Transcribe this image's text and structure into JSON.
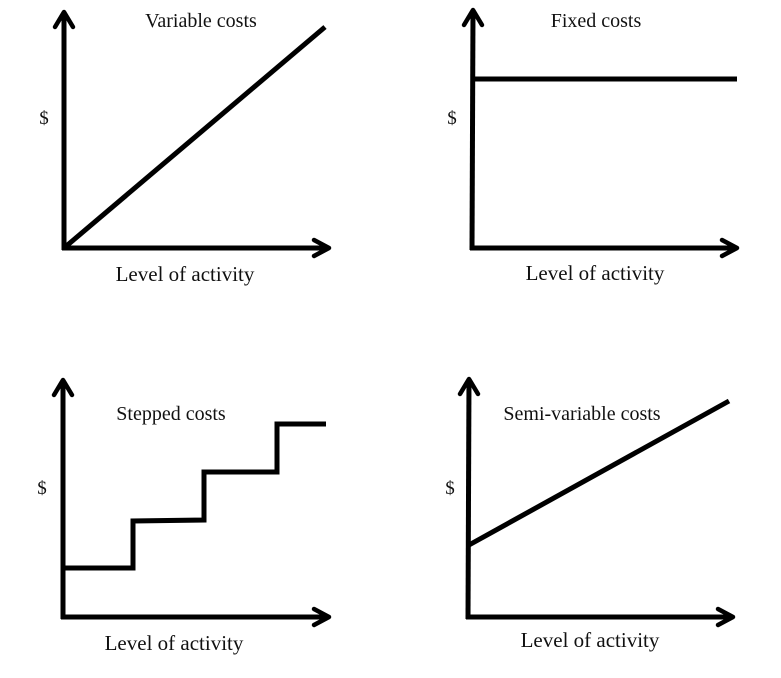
{
  "colors": {
    "line": "#000000",
    "text": "#111111",
    "background": "#ffffff"
  },
  "panels": [
    {
      "id": "variable",
      "title": "Variable costs",
      "xlabel": "Level of activity",
      "ylabel": "$"
    },
    {
      "id": "fixed",
      "title": "Fixed costs",
      "xlabel": "Level of activity",
      "ylabel": "$"
    },
    {
      "id": "stepped",
      "title": "Stepped costs",
      "xlabel": "Level of activity",
      "ylabel": "$"
    },
    {
      "id": "semi-variable",
      "title": "Semi-variable costs",
      "xlabel": "Level of activity",
      "ylabel": "$"
    }
  ],
  "chart_data": [
    {
      "type": "line",
      "title": "Variable costs",
      "xlabel": "Level of activity",
      "ylabel": "$",
      "grid": false,
      "description": "Straight line from origin rising proportionally",
      "x": [
        0,
        1
      ],
      "values": [
        0,
        0.9
      ]
    },
    {
      "type": "line",
      "title": "Fixed costs",
      "xlabel": "Level of activity",
      "ylabel": "$",
      "grid": false,
      "description": "Horizontal constant line",
      "x": [
        0,
        1
      ],
      "values": [
        0.7,
        0.7
      ]
    },
    {
      "type": "line",
      "title": "Stepped costs",
      "xlabel": "Level of activity",
      "ylabel": "$",
      "grid": false,
      "description": "Step function with 4 levels",
      "x": [
        0,
        0.27,
        0.27,
        0.54,
        0.54,
        0.82,
        0.82,
        1
      ],
      "values": [
        0.2,
        0.2,
        0.4,
        0.4,
        0.6,
        0.6,
        0.8,
        0.8
      ]
    },
    {
      "type": "line",
      "title": "Semi-variable costs",
      "xlabel": "Level of activity",
      "ylabel": "$",
      "grid": false,
      "description": "Line starting above zero (fixed component) and rising",
      "x": [
        0,
        1
      ],
      "values": [
        0.3,
        0.9
      ]
    }
  ]
}
